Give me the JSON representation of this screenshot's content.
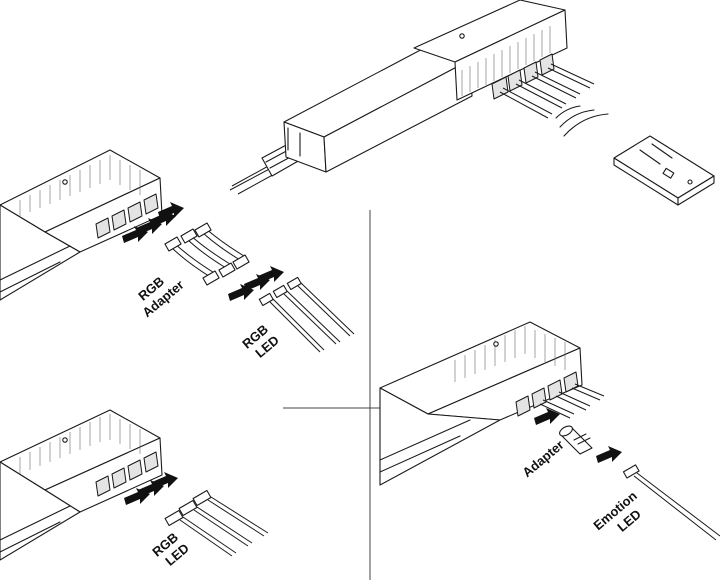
{
  "labels": {
    "rgb_adapter_top": "RGB",
    "rgb_adapter_bottom": "Adapter",
    "rgb_led_mid_top": "RGB",
    "rgb_led_mid_bottom": "LED",
    "rgb_led_low_top": "RGB",
    "rgb_led_low_bottom": "LED",
    "adapter": "Adapter",
    "emotion_led_top": "Emotion",
    "emotion_led_bottom": "LED"
  }
}
